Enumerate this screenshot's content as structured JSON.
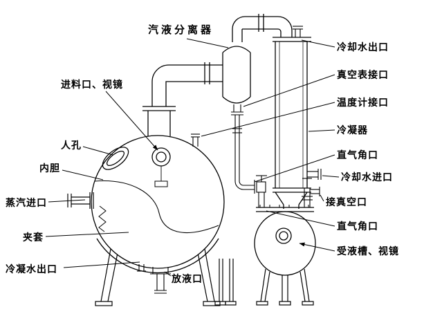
{
  "colors": {
    "ink": "#000000",
    "paper": "#ffffff"
  },
  "labels": {
    "separator": "汽液分离器",
    "cooling_water_outlet": "冷却水出口",
    "vacuum_gauge_port": "真空表接口",
    "thermometer_port": "温度计接口",
    "condenser": "冷凝器",
    "gas_angle_port_upper": "直气角口",
    "cooling_water_inlet": "冷却水进口",
    "vacuum_connection_port": "接真空口",
    "gas_angle_port_lower": "直气角口",
    "receiver_tank_sight_glass": "受液槽、视镜",
    "feed_port_sight_glass": "进料口、视镜",
    "manhole": "人孔",
    "inner_liner": "内胆",
    "steam_inlet": "蒸汽进口",
    "jacket": "夹套",
    "condensate_outlet": "冷凝水出口",
    "drain_port": "放液口"
  }
}
